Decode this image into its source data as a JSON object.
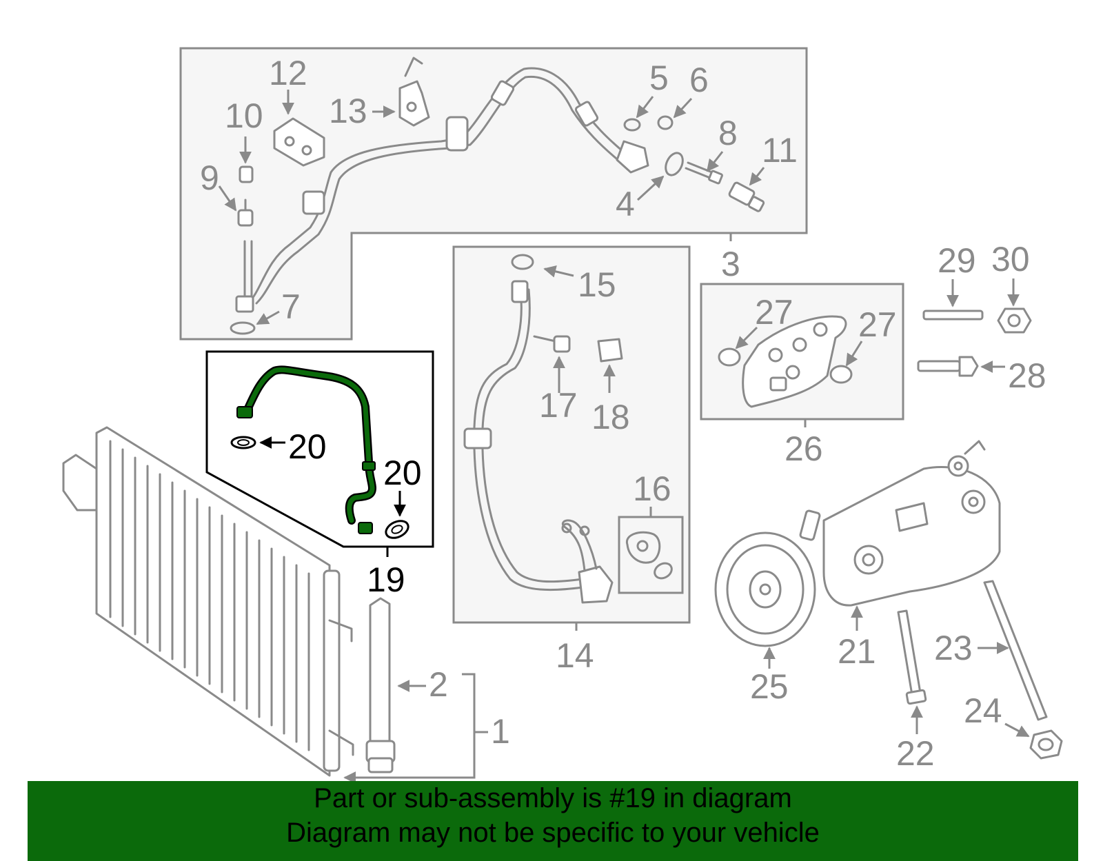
{
  "colors": {
    "highlight_part": "#0b6a0b",
    "banner_background": "#0b6a0b",
    "callout": "#8a8a8a",
    "highlight_callout": "#000000"
  },
  "callouts": {
    "c1": "1",
    "c2": "2",
    "c3": "3",
    "c4": "4",
    "c5": "5",
    "c6": "6",
    "c7": "7",
    "c8": "8",
    "c9": "9",
    "c10": "10",
    "c11": "11",
    "c12": "12",
    "c13": "13",
    "c14": "14",
    "c15": "15",
    "c16": "16",
    "c17": "17",
    "c18": "18",
    "c19": "19",
    "c20a": "20",
    "c20b": "20",
    "c21": "21",
    "c22": "22",
    "c23": "23",
    "c24": "24",
    "c25": "25",
    "c26": "26",
    "c27a": "27",
    "c27b": "27",
    "c28": "28",
    "c29": "29",
    "c30": "30"
  },
  "banner": {
    "line1": "Part or sub-assembly is #19 in diagram",
    "line2": "Diagram may not be specific to your vehicle"
  }
}
